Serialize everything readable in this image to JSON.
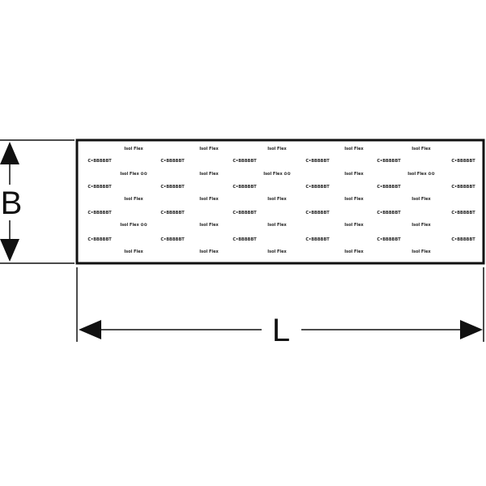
{
  "dimensions": {
    "height_label": "B",
    "length_label": "L"
  },
  "panel": {
    "print_text_short": "Isol Flex",
    "print_text_symbol": "Isol Flex ✿✿",
    "print_text_brand": "C•BBBBBT"
  },
  "colors": {
    "line": "#111111",
    "background": "#ffffff"
  }
}
